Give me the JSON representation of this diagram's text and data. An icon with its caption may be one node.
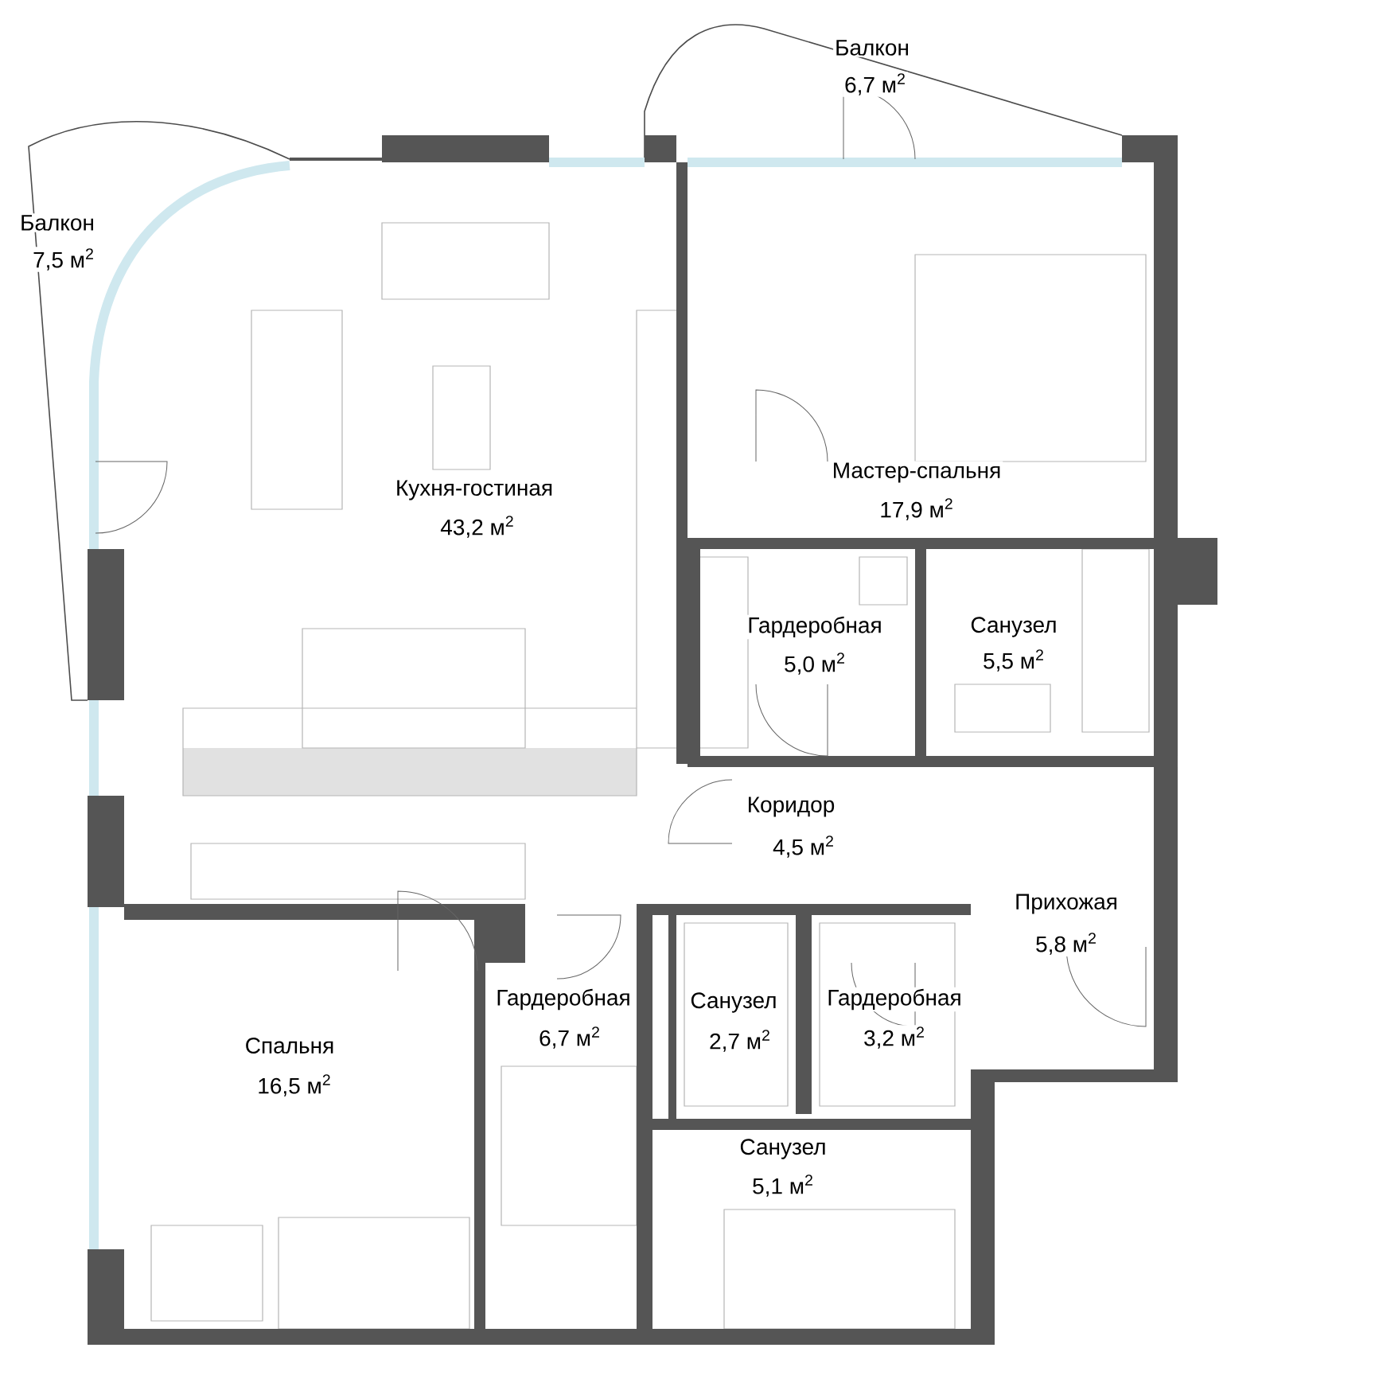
{
  "diagram": {
    "labels": [
      "Балкон",
      "6,7 м$^{2}$",
      "Балкон",
      "7,5 м$^{2}$",
      "Кухня-гостиная",
      "43,2 м$^{2}$",
      "Мастер-спальня",
      "17,9 м$^{2}$",
      "Гардеробная",
      "5,0 м$^{2}$",
      "Санузел",
      "5,5 м$^{2}$",
      "Коридор",
      "4,5 м$^{2}$",
      "Прихожая",
      "5,8 м$^{2}$",
      "Гардеробная",
      "6,7 м$^{2}$",
      "Санузел",
      "2,7 м$^{2}$",
      "Гардеробная",
      "3,2 м$^{2}$",
      "Спальня",
      "16,5 м$^{2}$",
      "Санузел",
      "5,1 м$^{2}$"
    ]
  }
}
